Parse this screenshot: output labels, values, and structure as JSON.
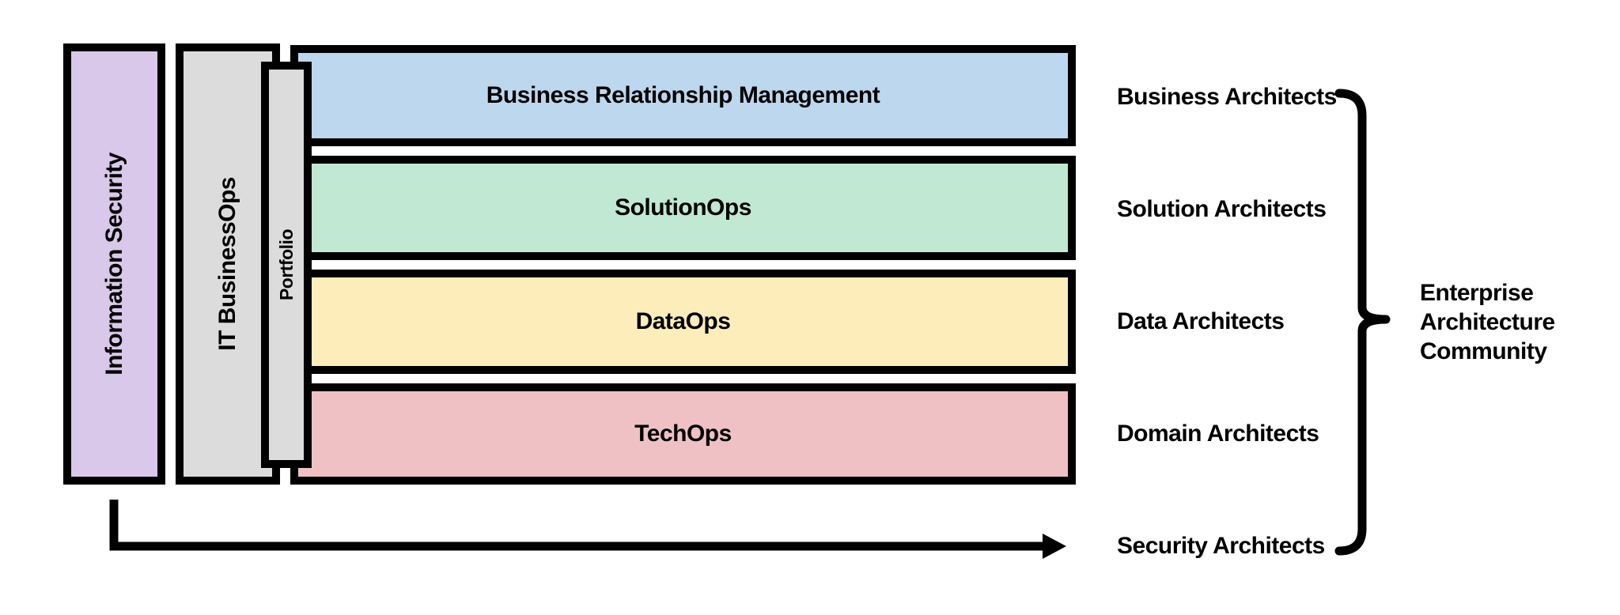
{
  "diagram": {
    "background_color": "#ffffff",
    "border_color": "#000000",
    "vertical_bars": [
      {
        "id": "information-security",
        "label": "Information Security",
        "color": "#d9c8e9"
      },
      {
        "id": "it-businessops",
        "label": "IT BusinessOps",
        "color": "#dcdcdc"
      },
      {
        "id": "portfolio",
        "label": "Portfolio",
        "color": "#dcdcdc"
      }
    ],
    "horizontal_bars": [
      {
        "id": "business-relationship-management",
        "label": "Business Relationship Management",
        "color": "#bdd8ee"
      },
      {
        "id": "solutionops",
        "label": "SolutionOps",
        "color": "#c0e8d2"
      },
      {
        "id": "dataops",
        "label": "DataOps",
        "color": "#fdedba"
      },
      {
        "id": "techops",
        "label": "TechOps",
        "color": "#efc1c4"
      }
    ],
    "role_labels": [
      "Business Architects",
      "Solution Architects",
      "Data Architects",
      "Domain Architects",
      "Security Architects"
    ],
    "brace_label": "Enterprise\nArchitecture\nCommunity",
    "line_color": "#000000"
  }
}
